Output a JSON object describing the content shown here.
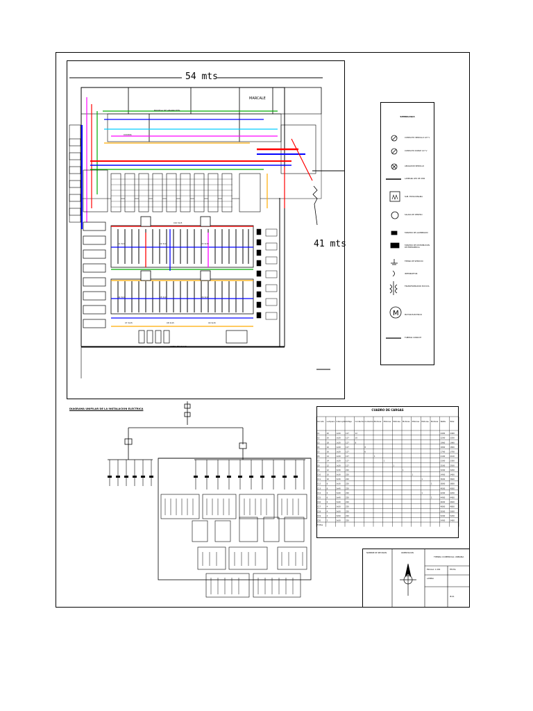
{
  "plan": {
    "width_label": "54 mts",
    "height_label": "41 mts",
    "labels": {
      "marcale": "MARCALE",
      "bodega": "BODEGA DE ABARROTES",
      "cocina": "COCINA",
      "linea_cajas": "LINEA DE CAJAS"
    },
    "circuit_labels": [
      "C1 3x15",
      "C2 3x15",
      "C3 3x15",
      "C4 3x15",
      "C5 3x15",
      "C6 3x15",
      "C7 3x15",
      "C8 3x15",
      "C9 3x15",
      "C10 3x15"
    ]
  },
  "legend": {
    "title": "SIMBOLOGIA",
    "items": [
      {
        "symbol": "outlet-simple-icon",
        "text": "CONTACTO SENCILLO 127 V"
      },
      {
        "symbol": "outlet-double-icon",
        "text": "CONTACTO DOBLE 127 V"
      },
      {
        "symbol": "outlet-special-icon",
        "text": "APAGADOR SENCILLO"
      },
      {
        "symbol": "lamp-line-icon",
        "text": "LAMPARA LED DE 20W"
      },
      {
        "symbol": "substation-icon",
        "text": "SUB. ESTACIONARIA"
      },
      {
        "symbol": "circle-icon",
        "text": "SALIDA DE CENTRO"
      },
      {
        "symbol": "load-center-icon",
        "text": "TABLERO DE ALUMBRADO"
      },
      {
        "symbol": "distribution-board-icon",
        "text": "TABLERO DE DISTRIBUCION DE EMERGENCIA"
      },
      {
        "symbol": "ground-icon",
        "text": "TIERRA DE SERVICIO"
      },
      {
        "symbol": "arc-icon",
        "text": "INTERRUPTOR"
      },
      {
        "symbol": "transformer-icon",
        "text": "TRANSFORMADOR 300 KVA"
      },
      {
        "symbol": "motor-icon",
        "text": "MOTOR ELECTRICO"
      },
      {
        "symbol": "line-icon",
        "text": "TUBERIA CONDUIT"
      }
    ]
  },
  "single_line": {
    "title": "DIAGRAMA UNIFILAR DE LA INSTALACION ELECTRICA"
  },
  "loads_table": {
    "title": "CUADRO DE CARGAS",
    "headers": [
      "Circuito",
      "Lampara",
      "Interruptor",
      "Voltaje",
      "Contactos",
      "Contactos",
      "Motores",
      "Motores",
      "Motores",
      "Motores",
      "Motores",
      "Motores",
      "Motores",
      "Watts",
      "Total"
    ],
    "rows": [
      [
        "C1",
        "20",
        "1x20",
        "127",
        "12",
        "",
        "",
        "",
        "",
        "",
        "",
        "",
        "",
        "2400",
        "2400"
      ],
      [
        "C2",
        "20",
        "1x20",
        "127",
        "10",
        "",
        "",
        "",
        "",
        "",
        "",
        "",
        "",
        "2200",
        "2200"
      ],
      [
        "C3",
        "18",
        "1x20",
        "127",
        "8",
        "",
        "",
        "",
        "",
        "",
        "",
        "",
        "",
        "1960",
        "1960"
      ],
      [
        "C4",
        "16",
        "1x20",
        "127",
        "",
        "8",
        "",
        "",
        "",
        "",
        "",
        "",
        "",
        "1800",
        "1800"
      ],
      [
        "C5",
        "16",
        "1x20",
        "127",
        "",
        "6",
        "",
        "",
        "",
        "",
        "",
        "",
        "",
        "1700",
        "1700"
      ],
      [
        "C6",
        "14",
        "1x20",
        "127",
        "",
        "",
        "1",
        "",
        "",
        "",
        "",
        "",
        "",
        "2100",
        "2100"
      ],
      [
        "C7",
        "14",
        "1x20",
        "127",
        "",
        "",
        "",
        "1",
        "",
        "",
        "",
        "",
        "",
        "2300",
        "2300"
      ],
      [
        "C8",
        "12",
        "1x20",
        "127",
        "",
        "",
        "",
        "",
        "1",
        "",
        "",
        "",
        "",
        "2500",
        "2500"
      ],
      [
        "C9",
        "12",
        "3x30",
        "220",
        "",
        "",
        "",
        "",
        "",
        "1",
        "",
        "",
        "",
        "3200",
        "3200"
      ],
      [
        "C10",
        "10",
        "3x30",
        "220",
        "",
        "",
        "",
        "",
        "",
        "",
        "1",
        "",
        "",
        "3400",
        "3400"
      ],
      [
        "C11",
        "10",
        "3x30",
        "220",
        "",
        "",
        "",
        "",
        "",
        "",
        "",
        "1",
        "",
        "3600",
        "3600"
      ],
      [
        "C12",
        "8",
        "3x30",
        "220",
        "",
        "",
        "",
        "",
        "",
        "",
        "",
        "",
        "1",
        "3800",
        "3800"
      ],
      [
        "C13",
        "8",
        "3x40",
        "220",
        "",
        "",
        "",
        "",
        "",
        "",
        "",
        "",
        "",
        "4000",
        "4000"
      ],
      [
        "C14",
        "6",
        "3x40",
        "220",
        "",
        "",
        "",
        "",
        "",
        "",
        "",
        "1",
        "",
        "4200",
        "4200"
      ],
      [
        "C15",
        "6",
        "3x40",
        "220",
        "",
        "",
        "",
        "",
        "",
        "",
        "",
        "",
        "1",
        "4400",
        "4400"
      ],
      [
        "C16",
        "6",
        "3x40",
        "220",
        "",
        "",
        "",
        "",
        "",
        "",
        "",
        "",
        "",
        "4600",
        "4600"
      ],
      [
        "C17",
        "4",
        "3x50",
        "220",
        "",
        "",
        "",
        "",
        "",
        "",
        "",
        "",
        "",
        "4800",
        "4800"
      ],
      [
        "C18",
        "4",
        "3x50",
        "220",
        "",
        "",
        "",
        "",
        "",
        "",
        "",
        "",
        "",
        "5000",
        "5000"
      ],
      [
        "C19",
        "4",
        "3x50",
        "220",
        "",
        "",
        "",
        "",
        "",
        "",
        "",
        "",
        "",
        "5200",
        "5200"
      ],
      [
        "C20",
        "2",
        "3x50",
        "220",
        "",
        "",
        "",
        "",
        "",
        "",
        "",
        "",
        "",
        "5400",
        "5400"
      ]
    ],
    "total_label": "TOTAL"
  },
  "title_block": {
    "project": "TIENDA COMERCIAL URBANA",
    "north_label": "ORIENTACION",
    "signature_label": "NOMBRE DE REVISION",
    "fields": [
      "ESCALA: 1:200",
      "FECHA",
      "LAMINA",
      "IE-01"
    ]
  }
}
